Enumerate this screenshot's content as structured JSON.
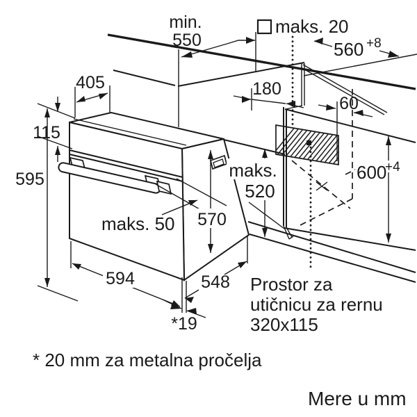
{
  "diagram": {
    "title_note": "Mere u mm",
    "footnote": "* 20 mm za metalna pročelja",
    "socket_note": {
      "line1": "Prostor za",
      "line2": "utičnicu za rernu",
      "line3": "320x115"
    },
    "labels": {
      "min_word": "min.",
      "min_550": "550",
      "maks_20": "maks. 20",
      "w560": "560",
      "w560_sup": "+8",
      "d405": "405",
      "h115": "115",
      "h595": "595",
      "d180": "180",
      "d60": "60",
      "maks_word": "maks.",
      "maks_520": "520",
      "h570": "570",
      "h600": "600",
      "h600_sup": "+4",
      "maks_50": "maks. 50",
      "w594": "594",
      "d548": "548",
      "t19": "*19"
    },
    "colors": {
      "ink": "#1a1a1a",
      "background": "#ffffff"
    }
  }
}
